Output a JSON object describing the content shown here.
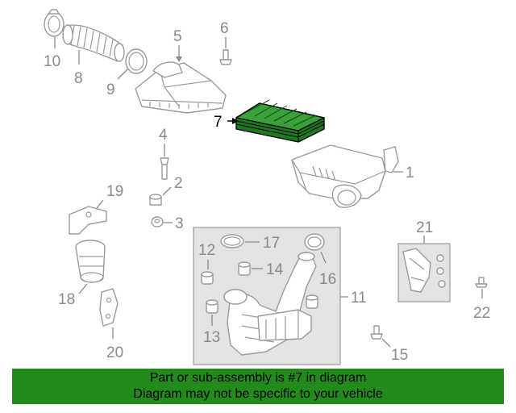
{
  "callouts": {
    "c1": "1",
    "c2": "2",
    "c3": "3",
    "c4": "4",
    "c5": "5",
    "c6": "6",
    "c7": "7",
    "c8": "8",
    "c9": "9",
    "c10": "10",
    "c11": "11",
    "c12": "12",
    "c13": "13",
    "c14": "14",
    "c15": "15",
    "c16": "16",
    "c17": "17",
    "c18": "18",
    "c19": "19",
    "c20": "20",
    "c21": "21",
    "c22": "22"
  },
  "highlighted_part": "7",
  "banner": {
    "line1": "Part or sub-assembly is #7 in diagram",
    "line2": "Diagram may not be specific to your vehicle"
  },
  "colors": {
    "highlight": "#000000",
    "highlight_part_fill": "#2e8b2a",
    "banner_background": "#238a1c",
    "linework": "#9a9a9a"
  }
}
